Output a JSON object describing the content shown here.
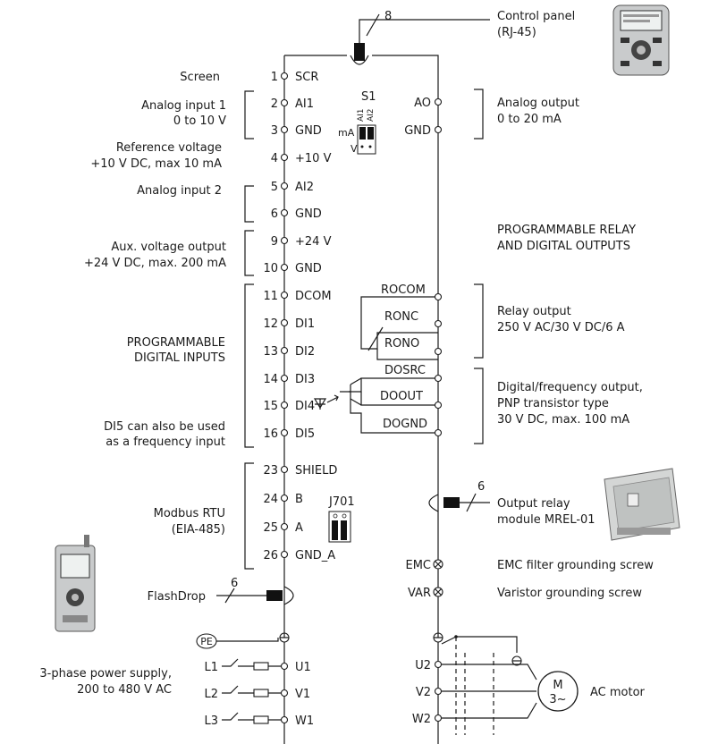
{
  "control_panel": {
    "wire_count": "8",
    "title": "Control panel",
    "subtitle": "(RJ-45)"
  },
  "left_terminals": [
    {
      "num": "1",
      "name": "SCR"
    },
    {
      "num": "2",
      "name": "AI1"
    },
    {
      "num": "3",
      "name": "GND"
    },
    {
      "num": "4",
      "name": "+10 V"
    },
    {
      "num": "5",
      "name": "AI2"
    },
    {
      "num": "6",
      "name": "GND"
    },
    {
      "num": "9",
      "name": "+24 V"
    },
    {
      "num": "10",
      "name": "GND"
    },
    {
      "num": "11",
      "name": "DCOM"
    },
    {
      "num": "12",
      "name": "DI1"
    },
    {
      "num": "13",
      "name": "DI2"
    },
    {
      "num": "14",
      "name": "DI3"
    },
    {
      "num": "15",
      "name": "DI4"
    },
    {
      "num": "16",
      "name": "DI5"
    },
    {
      "num": "23",
      "name": "SHIELD"
    },
    {
      "num": "24",
      "name": "B"
    },
    {
      "num": "25",
      "name": "A"
    },
    {
      "num": "26",
      "name": "GND_A"
    }
  ],
  "left_labels": {
    "screen": "Screen",
    "ai1_line1": "Analog input 1",
    "ai1_line2": "0 to 10 V",
    "ref_line1": "Reference voltage",
    "ref_line2": "+10 V DC, max 10 mA",
    "ai2": "Analog input 2",
    "aux_line1": "Aux. voltage output",
    "aux_line2": "+24 V DC, max. 200 mA",
    "di_line1": "PROGRAMMABLE",
    "di_line2": "DIGITAL INPUTS",
    "di5_line1": "DI5 can also be used",
    "di5_line2": "as a frequency input",
    "modbus_line1": "Modbus RTU",
    "modbus_line2": "(EIA-485)",
    "flashdrop": "FlashDrop",
    "flashdrop_wires": "6",
    "power_line1": "3-phase power supply,",
    "power_line2": "200 to 480 V AC"
  },
  "switch_s1": {
    "title": "S1",
    "pos1": "AI1",
    "pos2": "AI2",
    "ma": "mA",
    "v": "V"
  },
  "switch_j701": {
    "title": "J701"
  },
  "right_terminals": {
    "ao": "AO",
    "gnd": "GND",
    "rocom": "ROCOM",
    "ronc": "RONC",
    "rono": "RONO",
    "dosrc": "DOSRC",
    "doout": "DOOUT",
    "dognd": "DOGND",
    "emc": "EMC",
    "var": "VAR",
    "u2": "U2",
    "v2": "V2",
    "w2": "W2"
  },
  "right_labels": {
    "ao_line1": "Analog output",
    "ao_line2": "0 to 20 mA",
    "prog_line1": "PROGRAMMABLE RELAY",
    "prog_line2": "AND DIGITAL OUTPUTS",
    "relay_line1": "Relay output",
    "relay_line2": "250 V AC/30 V DC/6 A",
    "dig_line1": "Digital/frequency output,",
    "dig_line2": "PNP transistor type",
    "dig_line3": "30 V DC, max. 100 mA",
    "mrel_line1": "Output relay",
    "mrel_line2": "module MREL-01",
    "mrel_wires": "6",
    "emc_desc": "EMC filter grounding screw",
    "var_desc": "Varistor grounding screw",
    "motor_letter": "M",
    "motor_phase": "3~",
    "motor_label": "AC motor"
  },
  "power_terminals": {
    "pe": "PE",
    "u1": "U1",
    "v1": "V1",
    "w1": "W1",
    "l1": "L1",
    "l2": "L2",
    "l3": "L3"
  }
}
